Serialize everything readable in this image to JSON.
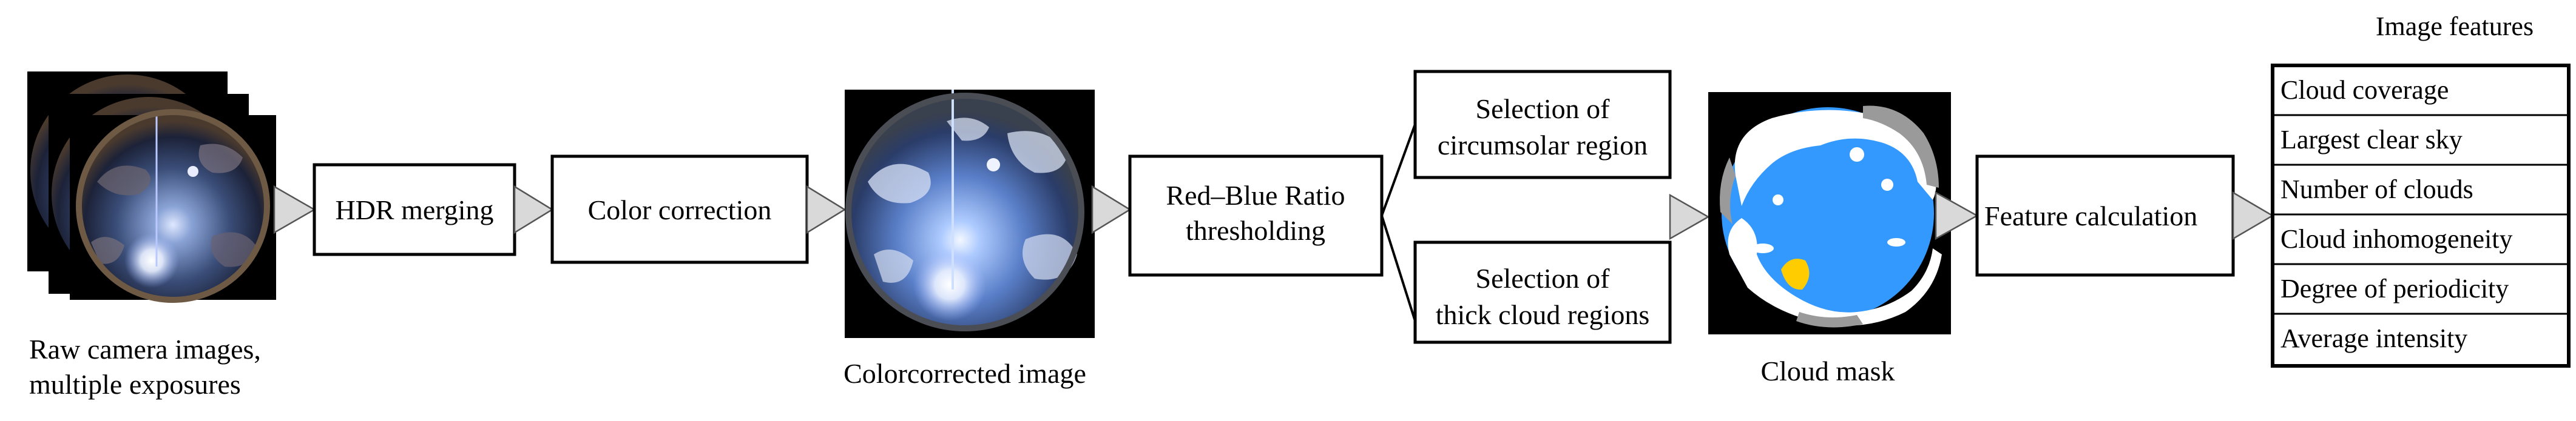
{
  "images": {
    "raw_camera": {
      "caption_line1": "Raw camera images,",
      "caption_line2": "multiple exposures"
    },
    "colorcorrected": {
      "caption": "Colorcorrected image"
    },
    "cloud_mask": {
      "caption": "Cloud mask"
    }
  },
  "steps": {
    "hdr_merging": "HDR merging",
    "color_correction": "Color correction",
    "rbr_line1": "Red–Blue Ratio",
    "rbr_line2": "thresholding",
    "circumsolar_line1": "Selection of",
    "circumsolar_line2": "circumsolar region",
    "thick_line1": "Selection of",
    "thick_line2": "thick cloud regions",
    "feature_calculation": "Feature calculation"
  },
  "features": {
    "title": "Image features",
    "items": [
      "Cloud coverage",
      "Largest clear sky",
      "Number of clouds",
      "Cloud inhomogeneity",
      "Degree of periodicity",
      "Average intensity"
    ]
  },
  "colors": {
    "sky_blue": "#3399ff",
    "cloud_white": "#ffffff",
    "cloud_gray": "#9a9a9a",
    "sun_yellow": "#ffcc00",
    "background_black": "#000000",
    "arrow_gray": "#d9d9d9"
  }
}
